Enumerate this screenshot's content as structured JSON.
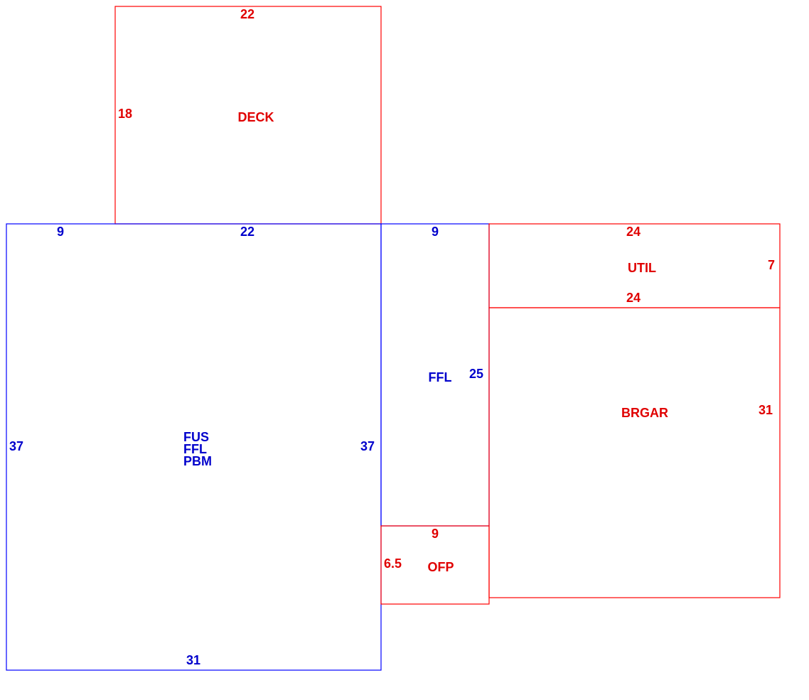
{
  "colors": {
    "red": "#e00000",
    "blue": "#0000cc"
  },
  "deck": {
    "name": "DECK",
    "top": "22",
    "left": "18"
  },
  "main": {
    "top_a": "9",
    "top_b": "22",
    "left": "37",
    "right": "37",
    "bottom": "31",
    "label_1": "FUS",
    "label_2": "FFL",
    "label_3": "PBM"
  },
  "ffl": {
    "name": "FFL",
    "top": "9",
    "right": "25"
  },
  "ofp": {
    "name": "OFP",
    "top": "9",
    "left": "6.5"
  },
  "util": {
    "name": "UTIL",
    "top": "24",
    "bottom": "24",
    "right": "7"
  },
  "brgar": {
    "name": "BRGAR",
    "right": "31"
  }
}
